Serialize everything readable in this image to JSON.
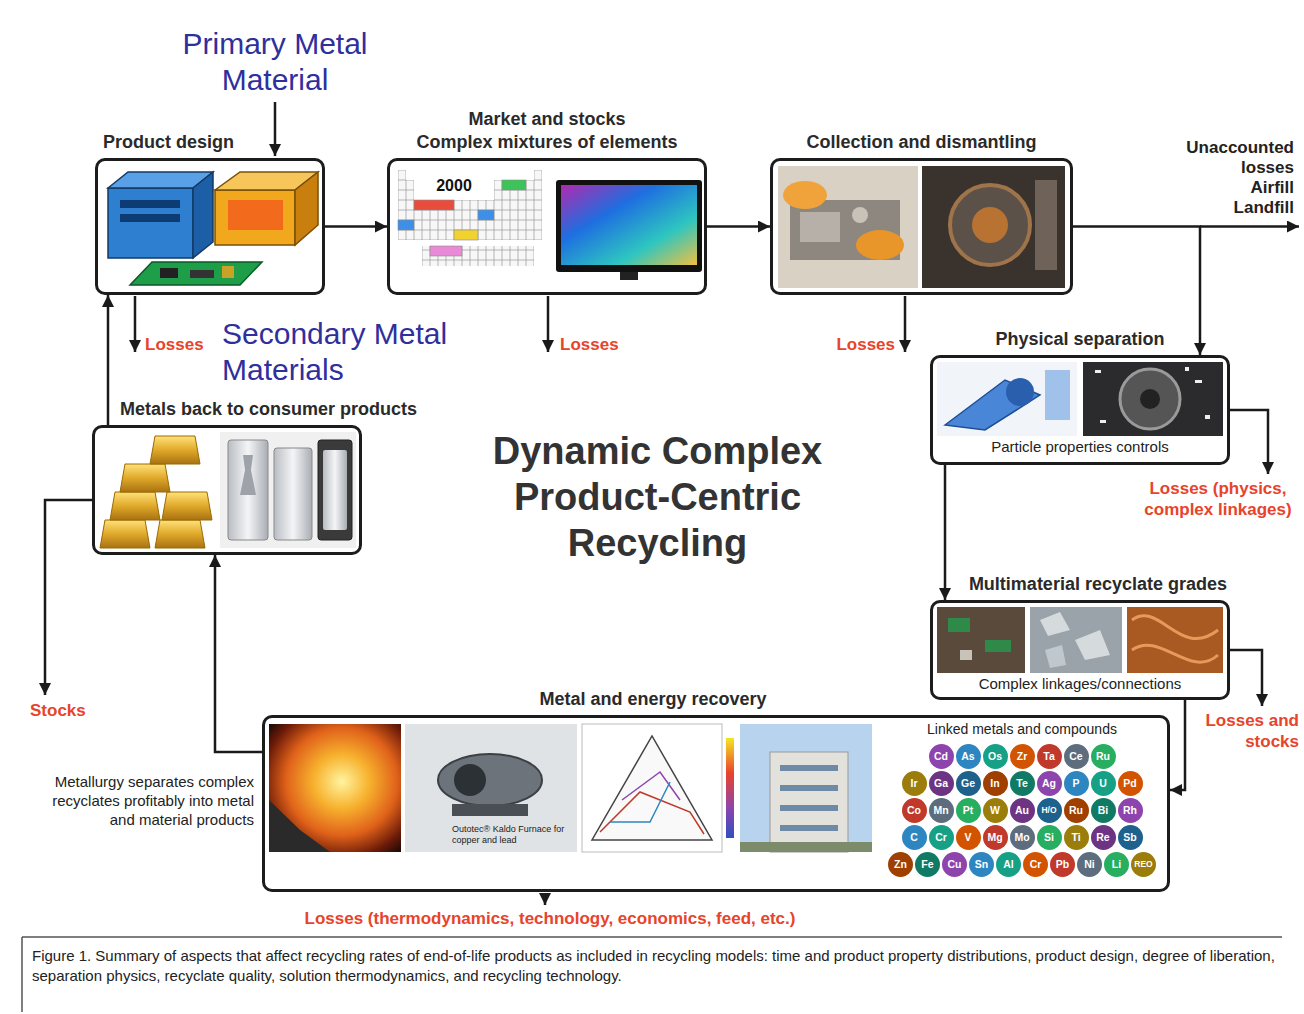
{
  "diagram": {
    "caption": "Figure 1. Summary of aspects that affect recycling rates of end-of-life products as included in recycling models: time and product property distributions, product design, degree of liberation, separation physics, recyclate quality, solution thermodynamics, and recycling technology.",
    "nodes": [
      {
        "text": [
          "Product design"
        ]
      },
      {
        "text": [
          "Market and stocks",
          "Complex mixtures of elements"
        ]
      },
      {
        "text": [
          "Collection and dismantling"
        ]
      },
      {
        "text": [
          "Physical separation",
          "Particle properties controls"
        ]
      },
      {
        "text": [
          "Multimaterial recyclate grades",
          "Complex linkages/connections"
        ]
      },
      {
        "text": [
          "Metal and energy recovery",
          "Linked metals and compounds"
        ]
      },
      {
        "text": [
          "Metals back to consumer products"
        ]
      }
    ],
    "edges": [
      {
        "from": 0,
        "to": 1,
        "arrow": "to"
      },
      {
        "from": 1,
        "to": 2,
        "arrow": "to"
      },
      {
        "from": 2,
        "to": 3,
        "arrow": "to"
      },
      {
        "from": 3,
        "to": 4,
        "arrow": "to"
      },
      {
        "from": 4,
        "to": 5,
        "arrow": "to"
      },
      {
        "from": 5,
        "to": 6,
        "arrow": "to"
      },
      {
        "from": 6,
        "to": 0,
        "arrow": "to"
      }
    ],
    "labels": [
      "Primary Metal Material",
      "Secondary Metal Materials",
      "Dynamic Complex Product-Centric Recycling",
      "Losses",
      "Losses",
      "Losses",
      "Unaccounted losses Airfill Landfill",
      "Losses (physics, complex linkages)",
      "Losses and stocks",
      "Losses (thermodynamics, technology, economics, feed, etc.)",
      "Stocks",
      "Metallurgy separates complex recyclates profitably into metal and material products",
      "2000",
      "Outotec® Kaldo Furnace for copper and lead",
      "Cd",
      "As",
      "Os",
      "Zr",
      "Ta",
      "Ce",
      "Ru",
      "Ir",
      "Ga",
      "Ge",
      "In",
      "Te",
      "Ag",
      "P",
      "U",
      "Pd",
      "Co",
      "Mn",
      "Pt",
      "W",
      "Au",
      "H/O",
      "Ru",
      "Bi",
      "Rh",
      "C",
      "Cr",
      "V",
      "Mg",
      "Mo",
      "Si",
      "Ti",
      "Re",
      "Sb",
      "Zn",
      "Fe",
      "Cu",
      "Sn",
      "Al",
      "Cr",
      "Pb",
      "Ni",
      "Li",
      "REO"
    ]
  }
}
